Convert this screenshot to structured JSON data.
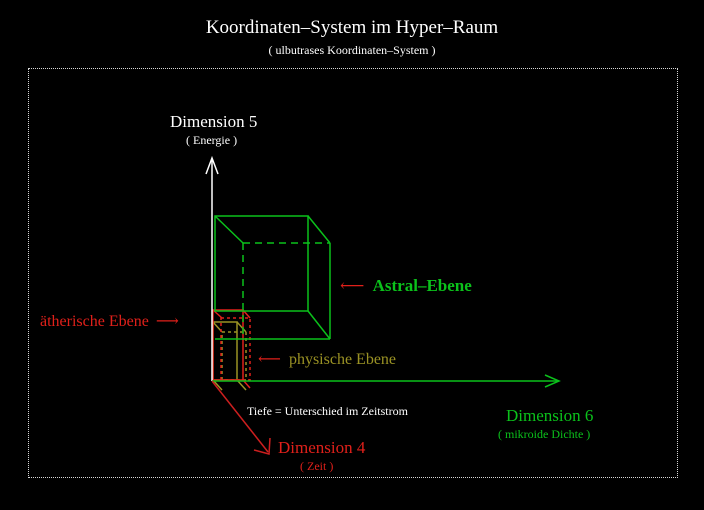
{
  "title": "Koordinaten–System im Hyper–Raum",
  "subtitle": "( ulbutrases Koordinaten–System )",
  "axes": {
    "dim5": {
      "label": "Dimension 5",
      "sub": "( Energie )"
    },
    "dim6": {
      "label": "Dimension 6",
      "sub": "( mikroide Dichte )"
    },
    "dim4": {
      "label": "Dimension 4",
      "sub": "( Zeit )"
    },
    "depth_note": "Tiefe = Unterschied im Zeitstrom"
  },
  "planes": {
    "astral": "Astral–Ebene",
    "aetherisch": "ätherische Ebene",
    "physisch": "physische Ebene"
  },
  "arrow_glyph": "⟵",
  "colors": {
    "axis": "#ffffff",
    "astral": "#0bc11b",
    "aetherisch": "#e0201a",
    "physisch": "#9a9224",
    "dim4": "#cc1f1f",
    "frame": "#d8d8d8"
  }
}
